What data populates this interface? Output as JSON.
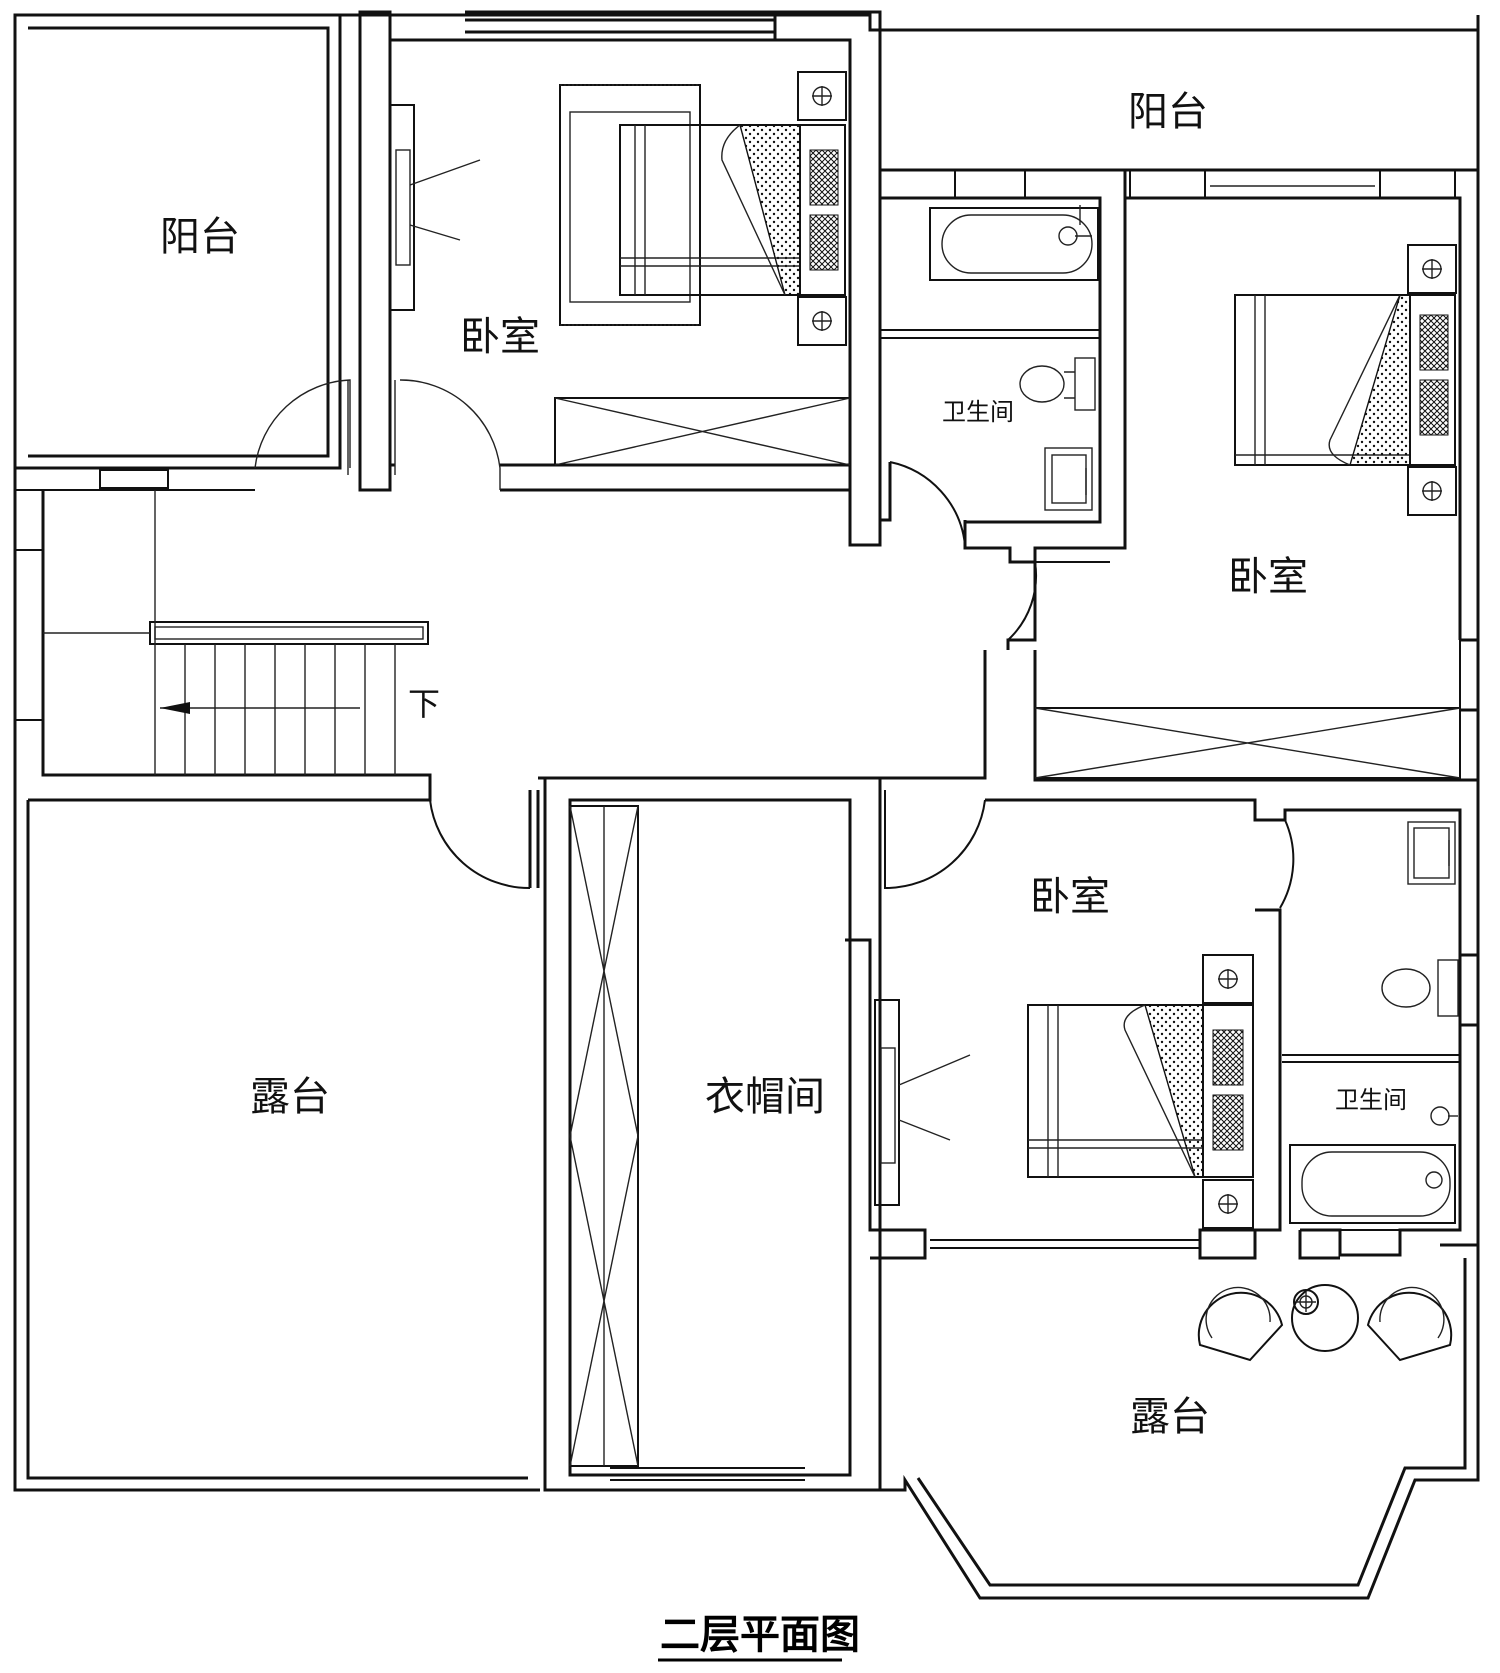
{
  "title": "二层平面图",
  "rooms": {
    "balcony_nw": "阳台",
    "balcony_ne": "阳台",
    "bedroom_n": "卧室",
    "bath_n": "卫生间",
    "bedroom_e": "卧室",
    "bedroom_s": "卧室",
    "bath_se": "卫生间",
    "closet": "衣帽间",
    "terrace_w": "露台",
    "terrace_se": "露台"
  },
  "stair_label": "下"
}
